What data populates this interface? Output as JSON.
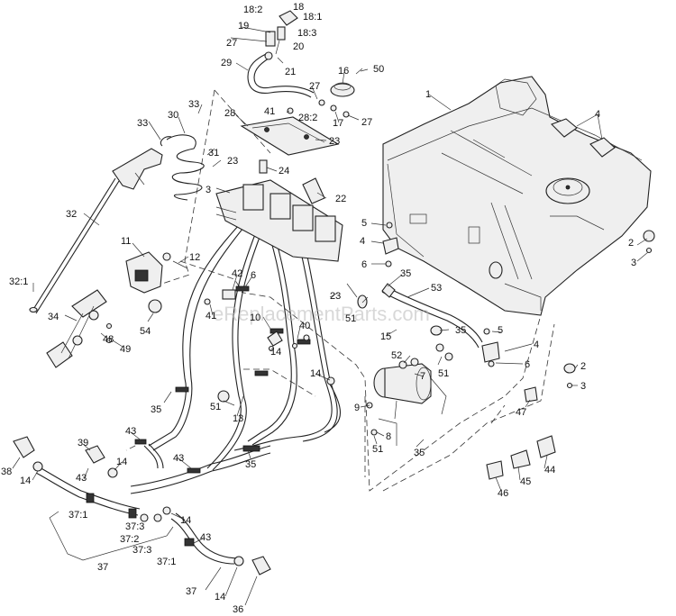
{
  "watermark": "eReplacementParts.com",
  "labels": [
    {
      "id": "l1",
      "text": "1"
    },
    {
      "id": "l2a",
      "text": "2"
    },
    {
      "id": "l2b",
      "text": "2"
    },
    {
      "id": "l3a",
      "text": "3"
    },
    {
      "id": "l3b",
      "text": "3"
    },
    {
      "id": "l3c",
      "text": "3"
    },
    {
      "id": "l4a",
      "text": "4"
    },
    {
      "id": "l4b",
      "text": "4"
    },
    {
      "id": "l4c",
      "text": "4"
    },
    {
      "id": "l5a",
      "text": "5"
    },
    {
      "id": "l5b",
      "text": "5"
    },
    {
      "id": "l6a",
      "text": "6"
    },
    {
      "id": "l6b",
      "text": "6"
    },
    {
      "id": "l6c",
      "text": "6"
    },
    {
      "id": "l7",
      "text": "7"
    },
    {
      "id": "l8",
      "text": "8"
    },
    {
      "id": "l9",
      "text": "9"
    },
    {
      "id": "l10",
      "text": "10"
    },
    {
      "id": "l11",
      "text": "11"
    },
    {
      "id": "l12",
      "text": "12"
    },
    {
      "id": "l13",
      "text": "13"
    },
    {
      "id": "l14a",
      "text": "14"
    },
    {
      "id": "l14b",
      "text": "14"
    },
    {
      "id": "l14c",
      "text": "14"
    },
    {
      "id": "l14d",
      "text": "14"
    },
    {
      "id": "l14e",
      "text": "14"
    },
    {
      "id": "l14f",
      "text": "14"
    },
    {
      "id": "l15",
      "text": "15"
    },
    {
      "id": "l16",
      "text": "16"
    },
    {
      "id": "l17",
      "text": "17"
    },
    {
      "id": "l18",
      "text": "18"
    },
    {
      "id": "l18_1",
      "text": "18:1"
    },
    {
      "id": "l18_2",
      "text": "18:2"
    },
    {
      "id": "l18_3",
      "text": "18:3"
    },
    {
      "id": "l19",
      "text": "19"
    },
    {
      "id": "l20",
      "text": "20"
    },
    {
      "id": "l21",
      "text": "21"
    },
    {
      "id": "l22",
      "text": "22"
    },
    {
      "id": "l23a",
      "text": "23"
    },
    {
      "id": "l23b",
      "text": "23"
    },
    {
      "id": "l23c",
      "text": "23"
    },
    {
      "id": "l24",
      "text": "24"
    },
    {
      "id": "l27a",
      "text": "27"
    },
    {
      "id": "l27b",
      "text": "27"
    },
    {
      "id": "l27c",
      "text": "27"
    },
    {
      "id": "l28",
      "text": "28"
    },
    {
      "id": "l28_2",
      "text": "28:2"
    },
    {
      "id": "l29",
      "text": "29"
    },
    {
      "id": "l30",
      "text": "30"
    },
    {
      "id": "l31",
      "text": "31"
    },
    {
      "id": "l32",
      "text": "32"
    },
    {
      "id": "l32_1",
      "text": "32:1"
    },
    {
      "id": "l33a",
      "text": "33"
    },
    {
      "id": "l33b",
      "text": "33"
    },
    {
      "id": "l34",
      "text": "34"
    },
    {
      "id": "l35a",
      "text": "35"
    },
    {
      "id": "l35b",
      "text": "35"
    },
    {
      "id": "l35c",
      "text": "35"
    },
    {
      "id": "l35d",
      "text": "35"
    },
    {
      "id": "l35e",
      "text": "35"
    },
    {
      "id": "l36",
      "text": "36"
    },
    {
      "id": "l37a",
      "text": "37"
    },
    {
      "id": "l37b",
      "text": "37"
    },
    {
      "id": "l37_1a",
      "text": "37:1"
    },
    {
      "id": "l37_1b",
      "text": "37:1"
    },
    {
      "id": "l37_2",
      "text": "37:2"
    },
    {
      "id": "l37_3a",
      "text": "37:3"
    },
    {
      "id": "l37_3b",
      "text": "37:3"
    },
    {
      "id": "l38",
      "text": "38"
    },
    {
      "id": "l39",
      "text": "39"
    },
    {
      "id": "l40",
      "text": "40"
    },
    {
      "id": "l41a",
      "text": "41"
    },
    {
      "id": "l41b",
      "text": "41"
    },
    {
      "id": "l42",
      "text": "42"
    },
    {
      "id": "l43a",
      "text": "43"
    },
    {
      "id": "l43b",
      "text": "43"
    },
    {
      "id": "l43c",
      "text": "43"
    },
    {
      "id": "l43d",
      "text": "43"
    },
    {
      "id": "l44",
      "text": "44"
    },
    {
      "id": "l45",
      "text": "45"
    },
    {
      "id": "l46",
      "text": "46"
    },
    {
      "id": "l47",
      "text": "47"
    },
    {
      "id": "l48",
      "text": "48"
    },
    {
      "id": "l49",
      "text": "49"
    },
    {
      "id": "l50",
      "text": "50"
    },
    {
      "id": "l51a",
      "text": "51"
    },
    {
      "id": "l51b",
      "text": "51"
    },
    {
      "id": "l51c",
      "text": "51"
    },
    {
      "id": "l51d",
      "text": "51"
    },
    {
      "id": "l52",
      "text": "52"
    },
    {
      "id": "l53",
      "text": "53"
    },
    {
      "id": "l54",
      "text": "54"
    }
  ]
}
